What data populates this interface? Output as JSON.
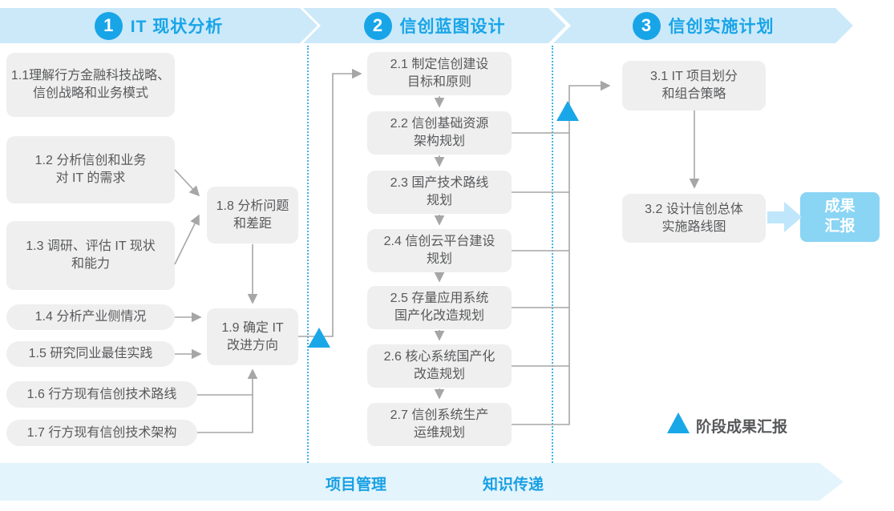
{
  "phases": [
    {
      "number": "1",
      "title": "IT 现状分析"
    },
    {
      "number": "2",
      "title": "信创蓝图设计"
    },
    {
      "number": "3",
      "title": "信创实施计划"
    }
  ],
  "boxes": {
    "b11": "1.1理解行方金融科技战略、\n信创战略和业务模式",
    "b12": "1.2 分析信创和业务\n对 IT 的需求",
    "b13": "1.3 调研、评估 IT 现状\n和能力",
    "b14": "1.4 分析产业侧情况",
    "b15": "1.5 研究同业最佳实践",
    "b16": "1.6 行方现有信创技术路线",
    "b17": "1.7 行方现有信创技术架构",
    "b18": "1.8 分析问题\n和差距",
    "b19": "1.9 确定 IT\n改进方向",
    "b21": "2.1 制定信创建设\n目标和原则",
    "b22": "2.2 信创基础资源\n架构规划",
    "b23": "2.3 国产技术路线\n规划",
    "b24": "2.4 信创云平台建设\n规划",
    "b25": "2.5 存量应用系统\n国产化改造规划",
    "b26": "2.6 核心系统国产化\n改造规划",
    "b27": "2.7 信创系统生产\n运维规划",
    "b31": "3.1 IT 项目划分\n和组合策略",
    "b32": "3.2 设计信创总体\n实施路线图"
  },
  "result": {
    "label": "成果\n汇报"
  },
  "legend": {
    "label": "阶段成果汇报"
  },
  "footer": {
    "project_label": "项目管理",
    "knowledge_label": "知识传递"
  },
  "colors": {
    "accent_blue": "#18a5e8",
    "banner_bg": "#cce9f9",
    "box_bg": "#efefef",
    "box_text": "#58595b",
    "connector_gray": "#a6a6a6",
    "milestone_triangle": "#1aa7e8",
    "result_bg": "#8ad4f4",
    "thick_arrow_blue": "#bfe6fa",
    "footer_bg": "#e4f4fc"
  }
}
